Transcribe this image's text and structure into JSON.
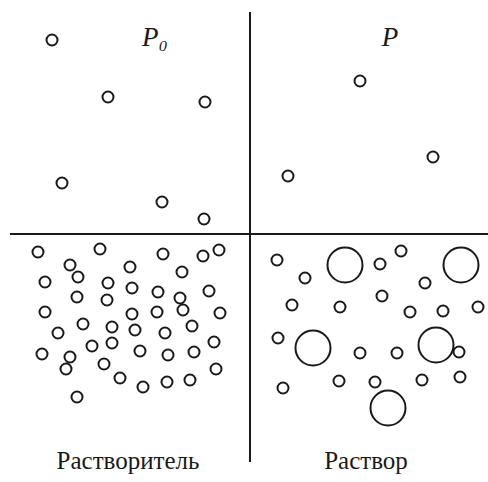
{
  "diagram": {
    "labels": [
      "P₀",
      "P",
      "Растворитель",
      "Раствор"
    ]
  }
}
